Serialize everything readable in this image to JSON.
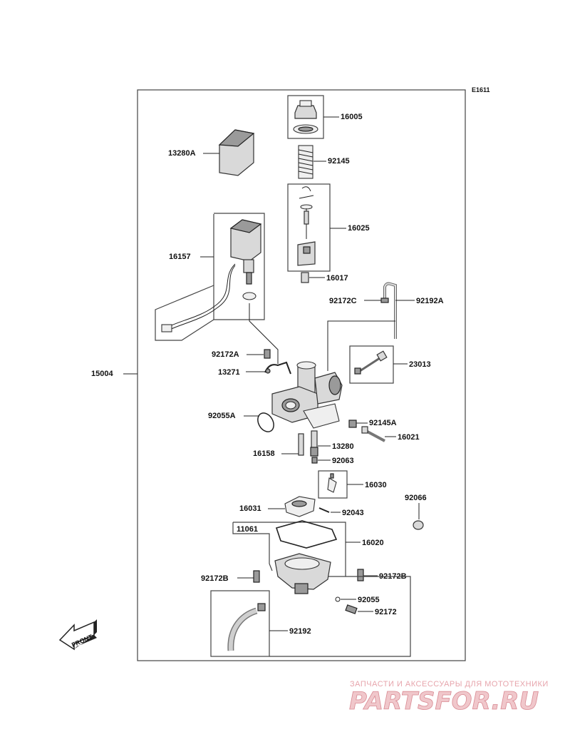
{
  "diagram_code": "E1611",
  "part_numbers": {
    "p15004": "15004",
    "p16005": "16005",
    "p13280A": "13280A",
    "p92145": "92145",
    "p16025": "16025",
    "p16157": "16157",
    "p16017": "16017",
    "p92172C": "92172C",
    "p92192A": "92192A",
    "p92172A": "92172A",
    "p13271": "13271",
    "p23013": "23013",
    "p92055A": "92055A",
    "p92145A": "92145A",
    "p16021": "16021",
    "p16158": "16158",
    "p13280": "13280",
    "p92063": "92063",
    "p16030": "16030",
    "p92066": "92066",
    "p16031": "16031",
    "p92043": "92043",
    "p11061": "11061",
    "p16020": "16020",
    "p92172B_left": "92172B",
    "p92172B_right": "92172B",
    "p92055": "92055",
    "p92172": "92172",
    "p92192": "92192"
  },
  "front_badge": "FRONT",
  "watermark": {
    "tagline": "ЗАПЧАСТИ И АКСЕССУАРЫ ДЛЯ МОТОТЕХНИКИ",
    "brand": "PARTSFOR.RU"
  }
}
